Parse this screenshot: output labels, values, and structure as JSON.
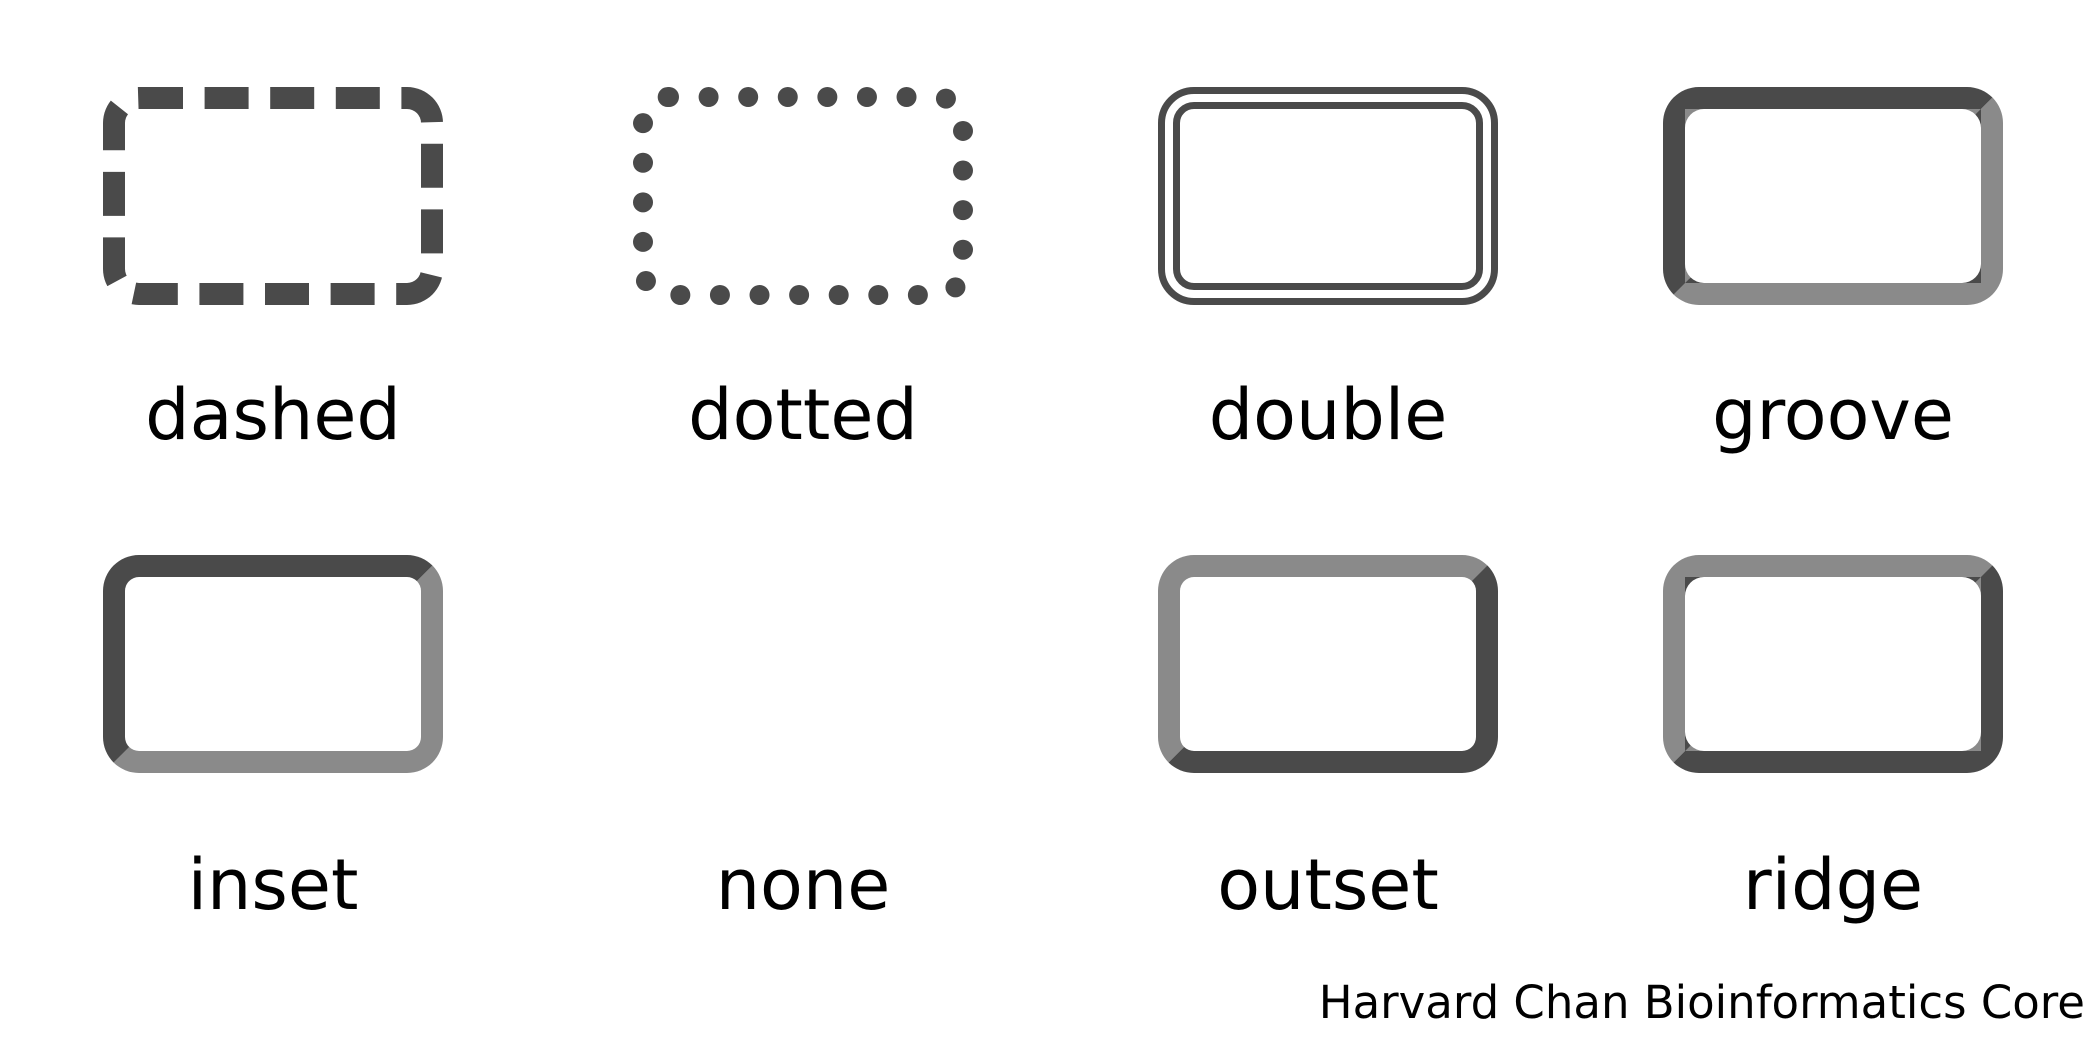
{
  "styles": [
    {
      "label": "dashed"
    },
    {
      "label": "dotted"
    },
    {
      "label": "double"
    },
    {
      "label": "groove"
    },
    {
      "label": "inset"
    },
    {
      "label": "none"
    },
    {
      "label": "outset"
    },
    {
      "label": "ridge"
    }
  ],
  "colors": {
    "dark": "#4a4a4a",
    "light": "#8a8a8a",
    "background": "#ffffff",
    "text": "#000000"
  },
  "credit": "Harvard Chan Bioinformatics Core"
}
